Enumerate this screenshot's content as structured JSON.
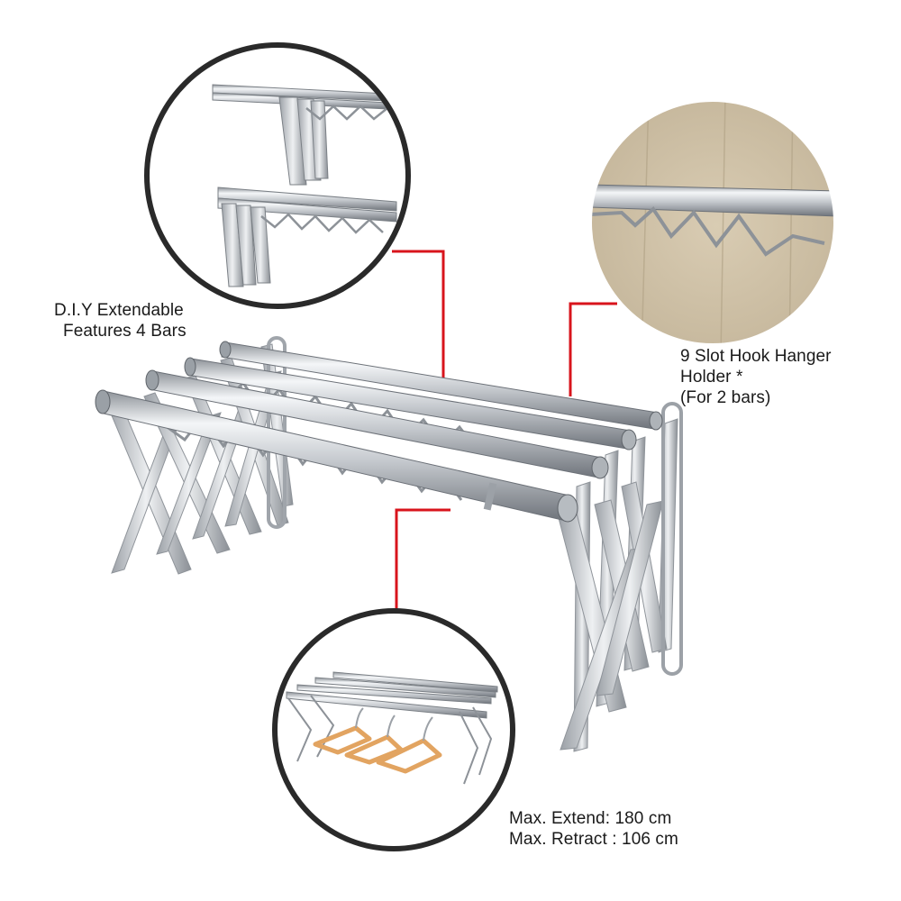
{
  "labels": {
    "diy": [
      "D.I.Y Extendable",
      "Features 4 Bars"
    ],
    "hook": [
      "9 Slot Hook Hanger",
      "Holder *",
      "(For 2 bars)"
    ],
    "size": [
      "Max. Extend: 180 cm",
      "Max. Retract : 106 cm"
    ]
  },
  "colors": {
    "background": "#ffffff",
    "callout_line": "#d8141c",
    "circle_border": "#2a2a2a",
    "steel_light": "#eef0f2",
    "steel_mid": "#b9bdc2",
    "steel_dark": "#7a7f86",
    "wood": "#cdbfa6",
    "hanger": "#e2a461",
    "text": "#1a1a1a"
  },
  "icons": [
    "drying-rack-photo",
    "bracket-closeup-photo",
    "hook-holder-closeup-photo",
    "rack-with-hangers-photo"
  ]
}
